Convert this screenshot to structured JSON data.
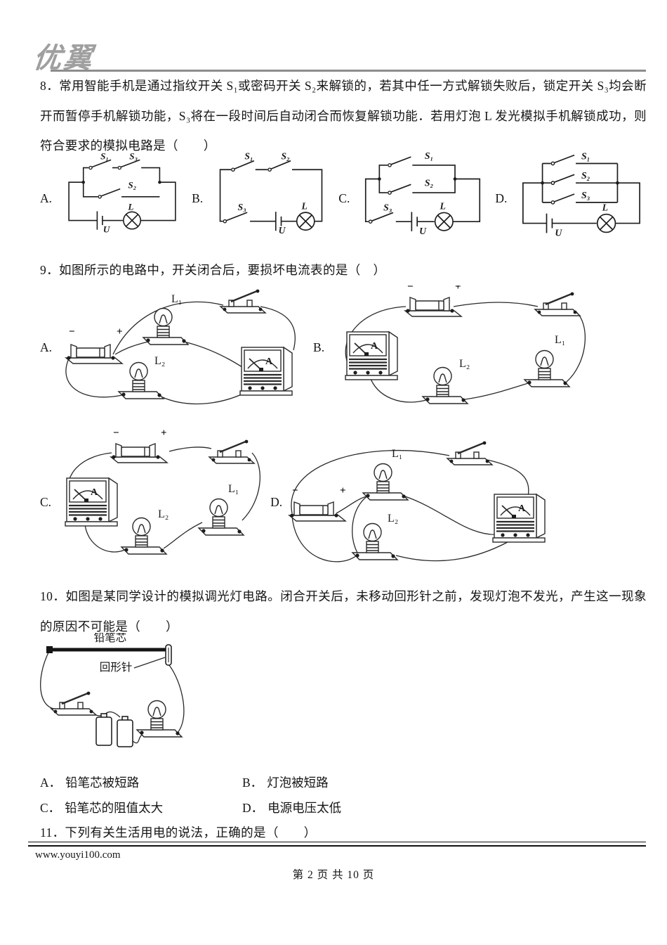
{
  "logo": {
    "text": "优翼"
  },
  "labels": {
    "s1": "S₁",
    "s2": "S₂",
    "s3": "S₃",
    "u": "U",
    "l": "L",
    "l1": "L₁",
    "l2": "L₂",
    "ammeter": "A",
    "minus": "−",
    "plus": "+"
  },
  "q8": {
    "stem": "8．常用智能手机是通过指纹开关 S₁或密码开关 S₂来解锁的，若其中任一方式解锁失败后，锁定开关 S₃均会断开而暂停手机解锁功能，S₃将在一段时间后自动闭合而恢复解锁功能．若用灯泡 L 发光模拟手机解锁成功，则符合要求的模拟电路是（　　）",
    "options": {
      "a": "A.",
      "b": "B.",
      "c": "C.",
      "d": "D."
    }
  },
  "q9": {
    "stem": "9．如图所示的电路中，开关闭合后，要损坏电流表的是（　）",
    "options": {
      "a": "A.",
      "b": "B.",
      "c": "C.",
      "d": "D."
    }
  },
  "q10": {
    "stem": "10．如图是某同学设计的模拟调光灯电路。闭合开关后，未移动回形针之前，发现灯泡不发光，产生这一现象的原因不可能是（　　）",
    "figure": {
      "pencil_lead": "铅笔芯",
      "paper_clip": "回形针"
    },
    "options": [
      {
        "label": "A．",
        "text": "铅笔芯被短路"
      },
      {
        "label": "B．",
        "text": "灯泡被短路"
      },
      {
        "label": "C．",
        "text": "铅笔芯的阻值太大"
      },
      {
        "label": "D．",
        "text": "电源电压太低"
      }
    ]
  },
  "q11": {
    "stem": "11．下列有关生活用电的说法，正确的是（　　）"
  },
  "footer": {
    "site": "www.youyi100.com",
    "page": "第 2 页 共 10 页"
  }
}
